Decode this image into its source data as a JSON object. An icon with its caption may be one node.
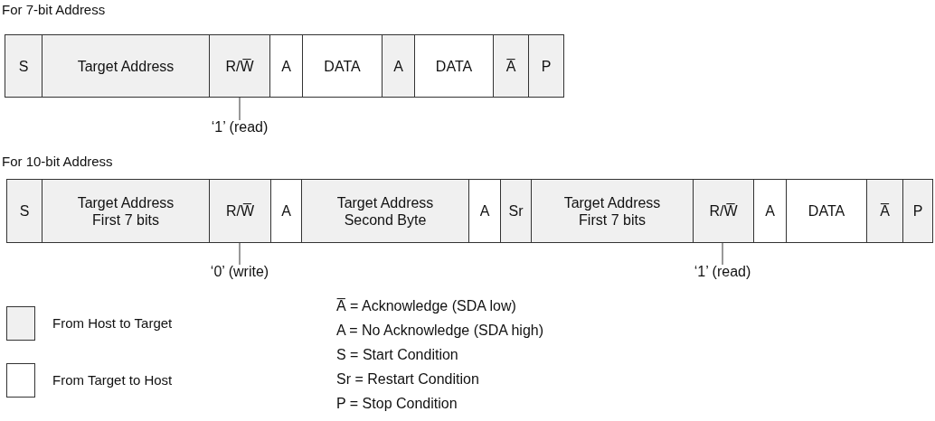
{
  "diagram": {
    "nodes": [
      {
        "text": [
          "S"
        ]
      },
      {
        "text": [
          "Target Address"
        ]
      },
      {
        "text": [
          "R/W̅"
        ]
      },
      {
        "text": [
          "A"
        ]
      },
      {
        "text": [
          "DATA"
        ]
      },
      {
        "text": [
          "A"
        ]
      },
      {
        "text": [
          "DATA"
        ]
      },
      {
        "text": [
          "A̅"
        ]
      },
      {
        "text": [
          "P"
        ]
      },
      {
        "text": [
          "‘1’ (read)"
        ]
      },
      {
        "text": [
          "S"
        ]
      },
      {
        "text": [
          "Target Address First 7 bits"
        ]
      },
      {
        "text": [
          "R/W̅"
        ]
      },
      {
        "text": [
          "A"
        ]
      },
      {
        "text": [
          "Target Address Second Byte"
        ]
      },
      {
        "text": [
          "A"
        ]
      },
      {
        "text": [
          "Sr"
        ]
      },
      {
        "text": [
          "Target Address First 7 bits"
        ]
      },
      {
        "text": [
          "R/W̅"
        ]
      },
      {
        "text": [
          "A"
        ]
      },
      {
        "text": [
          "DATA"
        ]
      },
      {
        "text": [
          "A̅"
        ]
      },
      {
        "text": [
          "P"
        ]
      },
      {
        "text": [
          "‘0’ (write)"
        ]
      },
      {
        "text": [
          "‘1’ (read)"
        ]
      }
    ],
    "edges": [
      {
        "from": 9,
        "to": 2,
        "arrow": "none"
      },
      {
        "from": 23,
        "to": 12,
        "arrow": "none"
      },
      {
        "from": 24,
        "to": 18,
        "arrow": "none"
      }
    ],
    "labels": [
      "For 7-bit Address",
      "For 10-bit Address",
      "A̅ = Acknowledge (SDA low)",
      "A = No Acknowledge (SDA high)",
      "S = Start Condition",
      "Sr = Restart Condition",
      "P = Stop Condition"
    ],
    "legend": [
      {
        "text": "From Host to Target",
        "color": "#f0f0f0"
      },
      {
        "text": "From Target to Host",
        "color": "#ffffff"
      }
    ]
  }
}
